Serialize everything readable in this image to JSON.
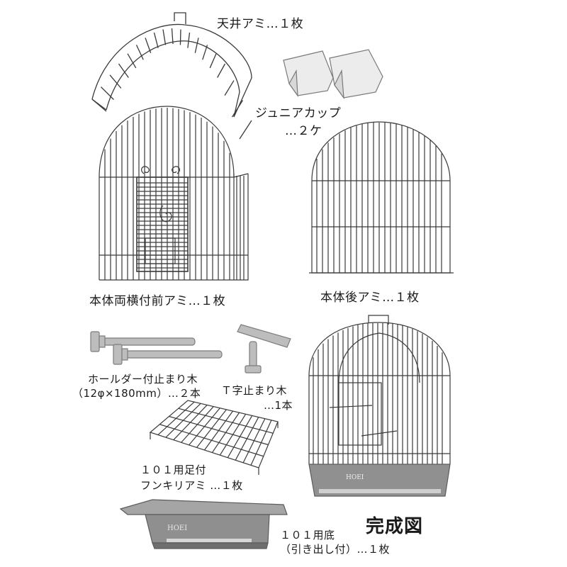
{
  "labels": {
    "ceiling_mesh": "天井アミ…１枚",
    "junior_cup_name": "ジュニアカップ",
    "junior_cup_qty": "…２ケ",
    "front_side_mesh": "本体両横付前アミ…１枚",
    "rear_mesh": "本体後アミ…１枚",
    "holder_perch_name": "ホールダー付止まり木",
    "holder_perch_qty": "（12φ×180mm）…２本",
    "t_perch_name": "Ｔ字止まり木",
    "t_perch_qty": "…1本",
    "floor_grate_name": "１０１用足付",
    "floor_grate_qty": "フンキリアミ …１枚",
    "base_tray_name": "１０１用底",
    "base_tray_qty": "（引き出し付）…１枚",
    "completed": "完成図",
    "brand_tray": "HOEI",
    "brand_cage": "HOEI"
  },
  "colors": {
    "wire": "#3a3a3a",
    "plastic_grey": "#8c8c8c",
    "plastic_dark": "#6f6f6f",
    "perch_grey": "#b9b9b9",
    "cup_clear": "#e6e6e6"
  }
}
